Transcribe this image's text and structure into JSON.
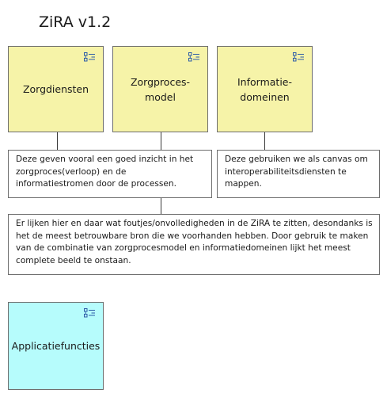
{
  "diagram": {
    "title": "ZiRA v1.2"
  },
  "elements": {
    "zorgdiensten": {
      "label": "Zorgdiensten",
      "icon": "function-icon",
      "color": "#f6f3a8"
    },
    "zorgprocesmodel": {
      "label": "Zorgproces-\nmodel",
      "icon": "function-icon",
      "color": "#f6f3a8"
    },
    "informatiedomeinen": {
      "label": "Informatie-\ndomeinen",
      "icon": "function-icon",
      "color": "#f6f3a8"
    },
    "applicatiefuncties": {
      "label": "Applicatiefuncties",
      "icon": "function-icon",
      "color": "#b6fcfc"
    }
  },
  "notes": {
    "note_processes": "Deze geven vooral een goed inzicht in het\nzorgproces(verloop) en de\ninformatiestromen door de processen.",
    "note_canvas": "Deze gebruiken we als canvas om\ninteroperabiliteitsdiensten te\nmappen.",
    "note_summary": "Er lijken hier en daar wat foutjes/onvolledigheden in de ZiRA te zitten, desondanks is\nhet de meest betrouwbare bron die we voorhanden hebben. Door gebruik te maken\nvan de combinatie van zorgprocesmodel en informatiedomeinen lijkt het meest\ncomplete beeld te onstaan."
  },
  "colors": {
    "element_yellow": "#f6f3a8",
    "element_cyan": "#b6fcfc",
    "border": "#6e6e6e"
  }
}
